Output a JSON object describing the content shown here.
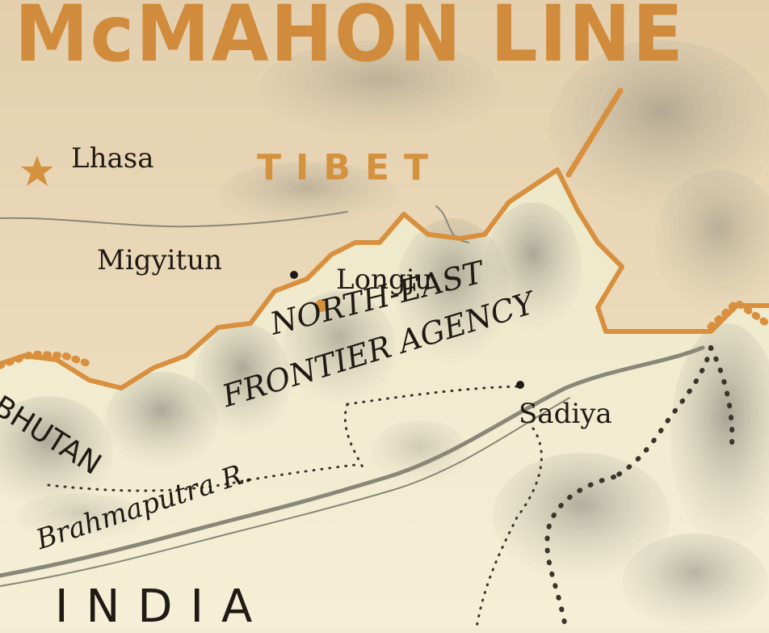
{
  "title": "McMAHON LINE",
  "labels": {
    "tibet": "TIBET",
    "lhasa": "Lhasa",
    "migyitun": "Migyitun",
    "longju": "Longju",
    "nefa_line1": "NORTH-EAST",
    "nefa_line2": "FRONTIER AGENCY",
    "sadiya": "Sadiya",
    "bhutan": "BHUTAN",
    "river": "Brahmaputra R.",
    "india": "INDIA"
  },
  "colors": {
    "tibet_fill": "#e9d7b4",
    "india_fill": "#efeacb",
    "accent": "#d08c3c",
    "line_orange": "#d8903e",
    "ink": "#1f1a14",
    "relief_dark": "#8f8f84"
  },
  "icons": {
    "capital": "star-icon",
    "town": "dot-icon",
    "disputed_post": "orange-dot-icon"
  }
}
